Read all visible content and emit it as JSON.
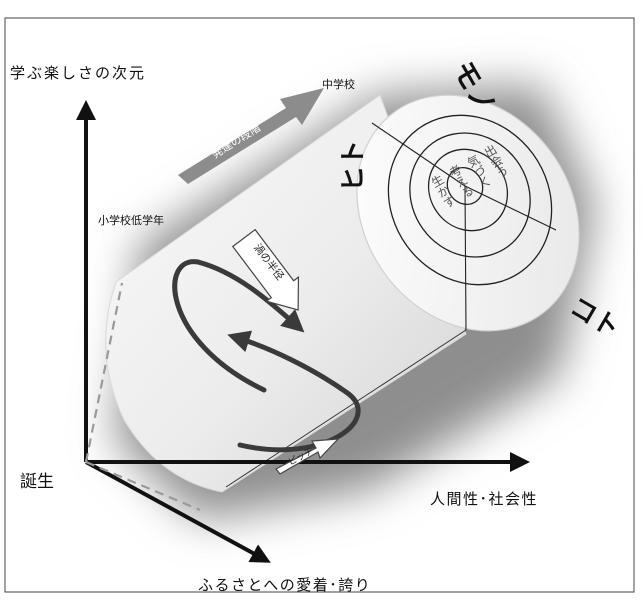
{
  "axes": {
    "vertical_label": "学ぶ楽しさの次元",
    "horizontal_label": "人間性･社会性",
    "diagonal_label": "ふるさとへの愛着･誇り",
    "origin_label": "誕生"
  },
  "stage": {
    "arrow_label": "発達の段階",
    "start_label": "小学校低学年",
    "end_label": "中学校"
  },
  "spiral": {
    "radius_label": "渦の半径",
    "pitch_label": "ピッチ"
  },
  "dimensions": {
    "mono": "モノ",
    "hito": "ヒト",
    "koto": "コト"
  },
  "core_labels": {
    "ring_outer": "出会う",
    "ring_middle": "気づく",
    "ring_inner": "考える",
    "ring_core": "生かす"
  },
  "colors": {
    "axis": "#111111",
    "stage_arrow": "#8c8c8c",
    "spiral": "#3a3a3a",
    "cylinder_light": "#f7f7f7",
    "cylinder_dark": "#d6d6d6",
    "glow": "#9a9a9a"
  }
}
